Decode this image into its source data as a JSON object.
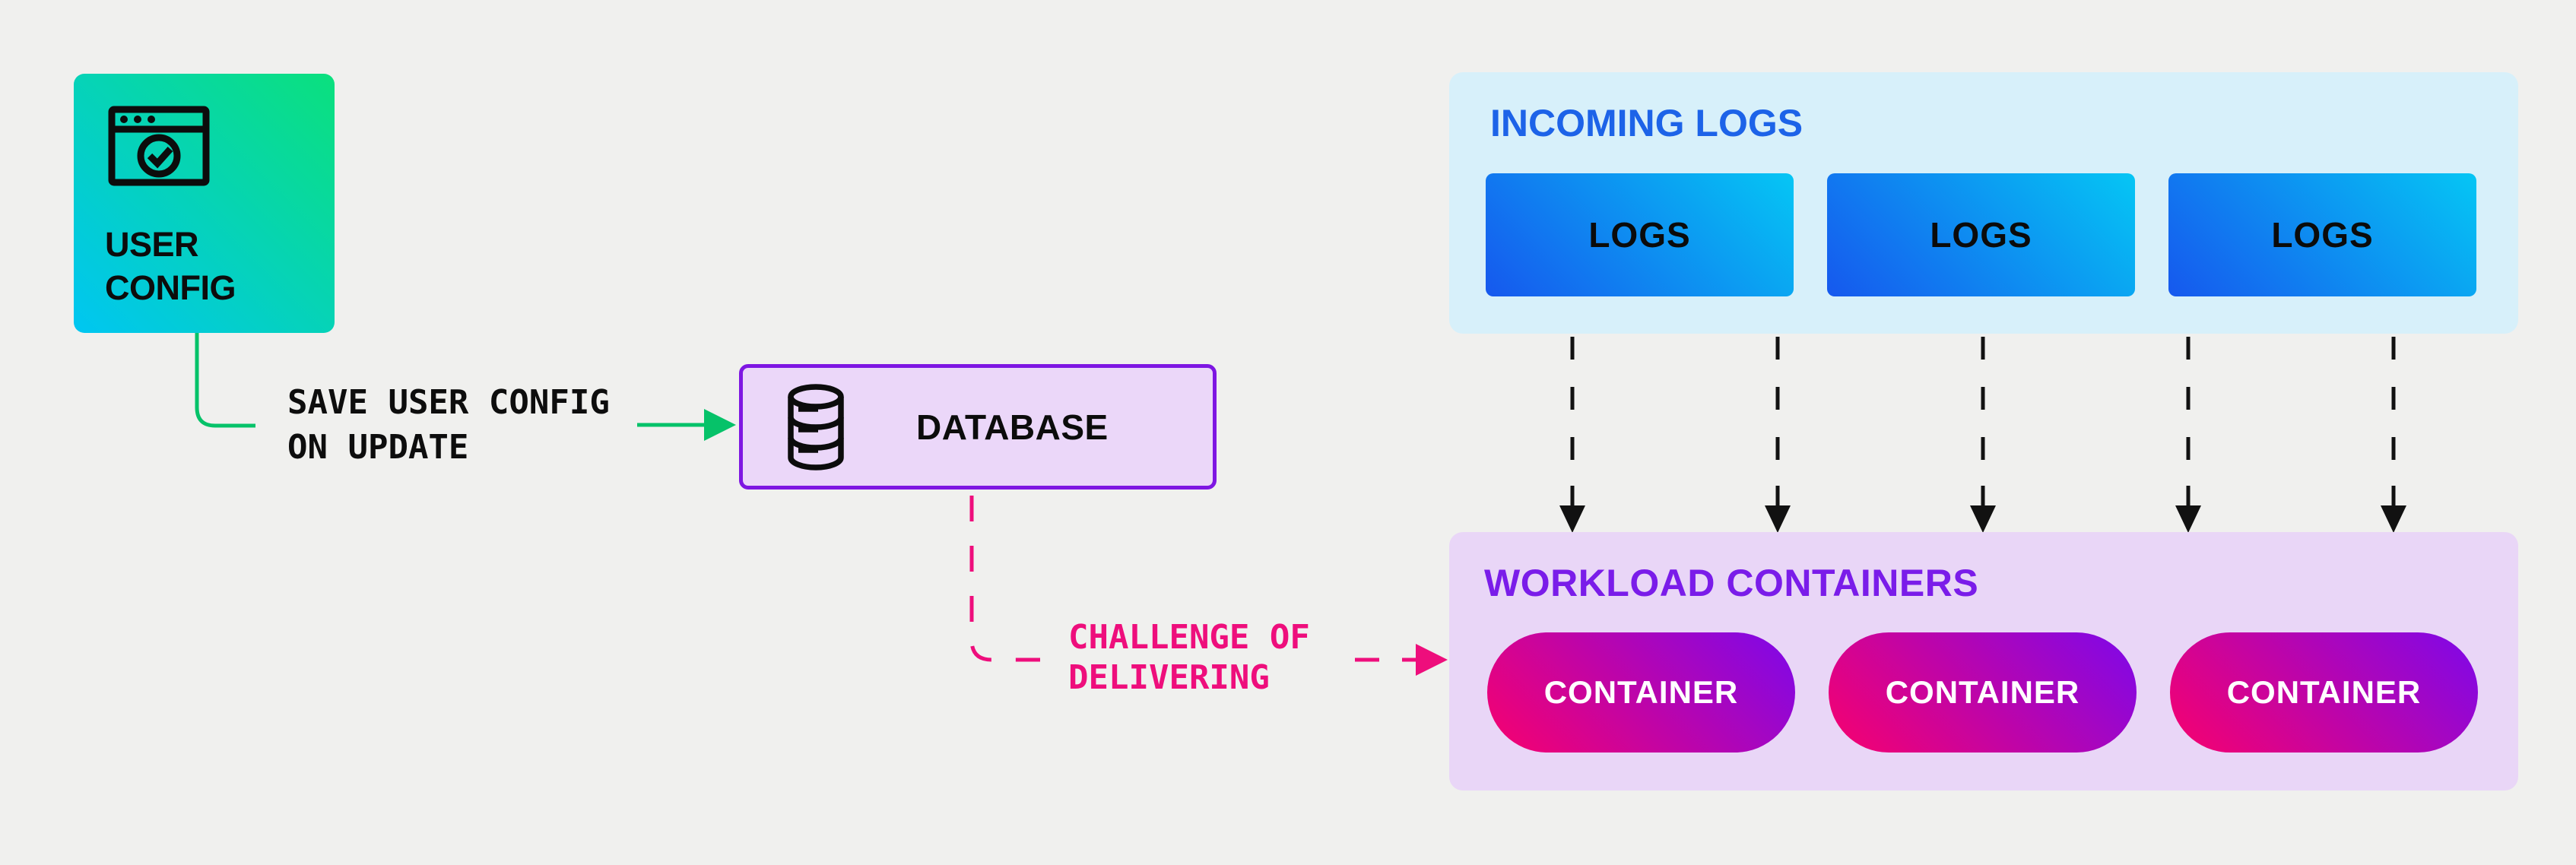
{
  "background": "#f0f0ee",
  "user_config": {
    "icon": "browser-window-check-icon",
    "line1": "USER",
    "line2": "CONFIG",
    "gradient_from": "#00c6f2",
    "gradient_to": "#0be07d"
  },
  "save_edge": {
    "line1": "SAVE USER CONFIG",
    "line2": "ON UPDATE",
    "color": "#06c269"
  },
  "database": {
    "icon": "database-cylinder-icon",
    "label": "DATABASE",
    "fill": "#ebd7f9",
    "border_color": "#7e16e2"
  },
  "challenge_edge": {
    "line1": "CHALLENGE OF",
    "line2": "DELIVERING",
    "color": "#ee0e7c"
  },
  "incoming_logs": {
    "title": "INCOMING LOGS",
    "title_color": "#1d63e8",
    "panel_fill": "#d7f0fa",
    "box_gradient_from": "#1658ee",
    "box_gradient_to": "#05c6f4",
    "items": [
      {
        "label": "LOGS"
      },
      {
        "label": "LOGS"
      },
      {
        "label": "LOGS"
      }
    ]
  },
  "workload_containers": {
    "title": "WORKLOAD CONTAINERS",
    "title_color": "#7a1ce9",
    "panel_fill": "#e9d6f7",
    "pill_gradient_from": "#f8016d",
    "pill_gradient_to": "#7d08ea",
    "items": [
      {
        "label": "CONTAINER"
      },
      {
        "label": "CONTAINER"
      },
      {
        "label": "CONTAINER"
      }
    ]
  },
  "flow": {
    "arrow_color": "#111111",
    "arrow_count": 5
  }
}
